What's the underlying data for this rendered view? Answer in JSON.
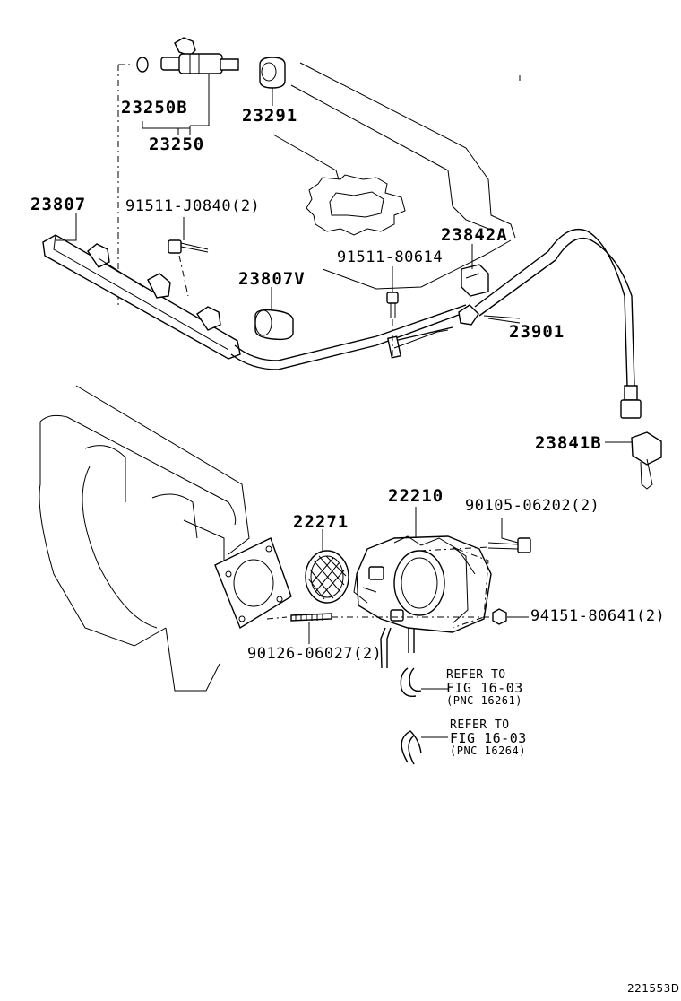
{
  "labels": {
    "p23250B": "23250B",
    "p23250": "23250",
    "p23291": "23291",
    "p23807": "23807",
    "p91511J0840": "91511-J0840(2)",
    "p23842A": "23842A",
    "p9151180614": "91511-80614",
    "p23807V": "23807V",
    "p23901": "23901",
    "p23841B": "23841B",
    "p22210": "22210",
    "p22271": "22271",
    "p9010506202": "90105-06202(2)",
    "p9415180641": "94151-80641(2)",
    "p9012606027": "90126-06027(2)"
  },
  "references": [
    {
      "line1": "REFER TO",
      "line2": "FIG 16-03",
      "line3": "(PNC 16261)"
    },
    {
      "line1": "REFER TO",
      "line2": "FIG 16-03",
      "line3": "(PNC 16264)"
    }
  ],
  "figure_code": "221553D"
}
